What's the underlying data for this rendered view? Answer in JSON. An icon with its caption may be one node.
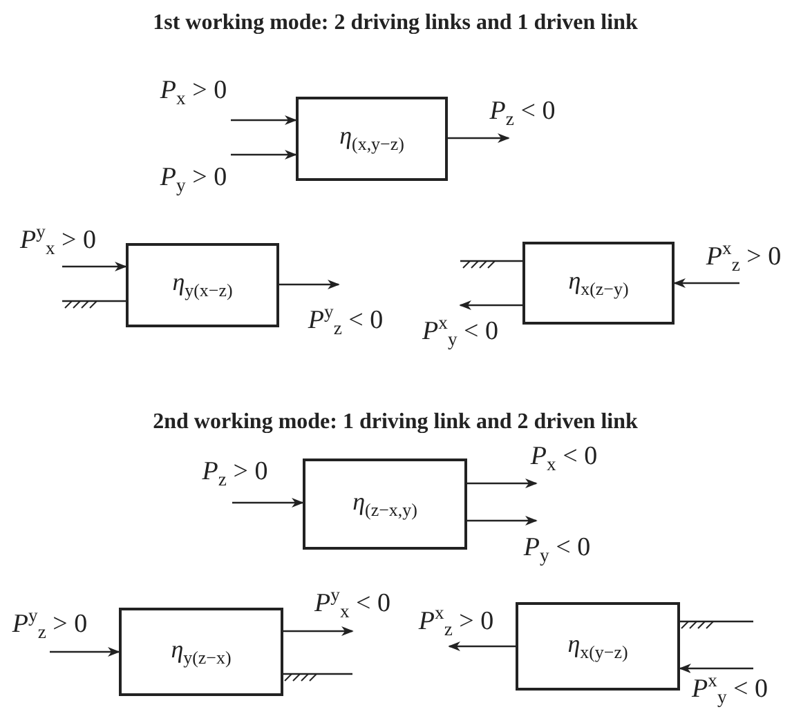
{
  "diagram": {
    "title": "1st working mode: 2 driving links and 1 driven link",
    "nodes": [
      {
        "text": [
          "*η*$_{(x,y−z)}$"
        ]
      },
      {
        "text": [
          "*η*$_{y(x−z)}$"
        ]
      },
      {
        "text": [
          "*η*$_{x(z−y)}$"
        ]
      },
      {
        "text": [
          "*η*$_{(z−x,y)}$"
        ]
      },
      {
        "text": [
          "*η*$_{y(z−x)}$"
        ]
      },
      {
        "text": [
          "*η*$_{x(y−z)}$"
        ]
      }
    ],
    "edges": [
      {
        "from": null,
        "to": 0,
        "arrow": "to",
        "label": "*P*$_{x}$ > 0"
      },
      {
        "from": null,
        "to": 0,
        "arrow": "to",
        "label": "*P*$_{y}$ > 0"
      },
      {
        "from": 0,
        "to": null,
        "arrow": "to",
        "label": "*P*$_{z}$ < 0"
      },
      {
        "from": null,
        "to": 1,
        "arrow": "to",
        "label": "*P*$^{y}$$_{x}$ > 0"
      },
      {
        "from": 1,
        "to": null,
        "arrow": "to",
        "label": "*P*$^{y}$$_{z}$ < 0"
      },
      {
        "from": 2,
        "to": null,
        "arrow": "to",
        "label": "*P*$^{x}$$_{y}$ < 0"
      },
      {
        "from": null,
        "to": 2,
        "arrow": "to",
        "label": "*P*$^{x}$$_{z}$ > 0"
      },
      {
        "from": null,
        "to": 3,
        "arrow": "to",
        "label": "*P*$_{z}$ > 0"
      },
      {
        "from": 3,
        "to": null,
        "arrow": "to",
        "label": "*P*$_{x}$ < 0"
      },
      {
        "from": 3,
        "to": null,
        "arrow": "to",
        "label": "*P*$_{y}$ < 0"
      },
      {
        "from": null,
        "to": 4,
        "arrow": "to",
        "label": "*P*$^{y}$$_{z}$ > 0"
      },
      {
        "from": 4,
        "to": null,
        "arrow": "to",
        "label": "*P*$^{y}$$_{x}$ < 0"
      },
      {
        "from": 5,
        "to": null,
        "arrow": "to",
        "label": "*P*$^{x}$$_{z}$ > 0"
      },
      {
        "from": null,
        "to": 5,
        "arrow": "to",
        "label": "*P*$^{x}$$_{y}$ < 0"
      }
    ],
    "labels": [
      "2nd working mode: 1 driving link and 2 driven link"
    ]
  }
}
